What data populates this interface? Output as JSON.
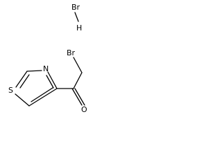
{
  "molecule": {
    "salt_atoms": {
      "hbr_br": "Br",
      "hbr_h": "H"
    },
    "atoms": {
      "bromine": "Br",
      "oxygen": "O",
      "sulfur": "S",
      "nitrogen": "N"
    },
    "colors": {
      "ink": "#000000",
      "background": "#ffffff"
    }
  }
}
